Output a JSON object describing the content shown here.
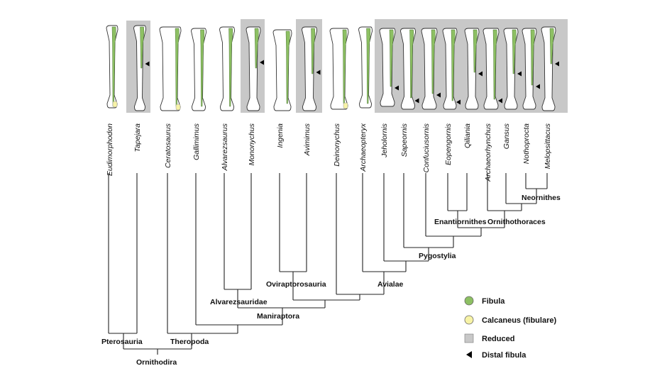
{
  "colors": {
    "fibula": "#8dc063",
    "calcaneus": "#f7f3a6",
    "reduced": "#c8c8c8",
    "bone_outline": "#333333"
  },
  "taxa": [
    {
      "name": "Eudimorphodon",
      "reduced": false,
      "arrow": false
    },
    {
      "name": "Tapejara",
      "reduced": true,
      "arrow": true
    },
    {
      "name": "Ceratosaurus",
      "reduced": false,
      "arrow": false
    },
    {
      "name": "Gallimimus",
      "reduced": false,
      "arrow": false
    },
    {
      "name": "Alvarezsaurus",
      "reduced": false,
      "arrow": false
    },
    {
      "name": "Mononychus",
      "reduced": true,
      "arrow": true
    },
    {
      "name": "Ingenia",
      "reduced": false,
      "arrow": false
    },
    {
      "name": "Avimimus",
      "reduced": true,
      "arrow": true
    },
    {
      "name": "Deinonychus",
      "reduced": false,
      "arrow": false
    },
    {
      "name": "Archaeopteryx",
      "reduced": false,
      "arrow": false
    },
    {
      "name": "Jeholornis",
      "reduced": true,
      "arrow": true
    },
    {
      "name": "Sapeornis",
      "reduced": true,
      "arrow": true
    },
    {
      "name": "Confuciusornis",
      "reduced": true,
      "arrow": true
    },
    {
      "name": "Eopengornis",
      "reduced": true,
      "arrow": true
    },
    {
      "name": "Qiliania",
      "reduced": true,
      "arrow": true
    },
    {
      "name": "Archaeorhynchus",
      "reduced": true,
      "arrow": true
    },
    {
      "name": "Gansus",
      "reduced": true,
      "arrow": true
    },
    {
      "name": "Nothoprocta",
      "reduced": true,
      "arrow": true
    },
    {
      "name": "Melopsittacus",
      "reduced": true,
      "arrow": true
    }
  ],
  "clades": {
    "neornithes": "Neornithes",
    "enantiornithes": "Enantiornithes",
    "ornithothoraces": "Ornithothoraces",
    "pygostylia": "Pygostylia",
    "oviraptorosauria": "Oviraptorosauria",
    "avialae": "Avialae",
    "alvarezsauridae": "Alvarezsauridae",
    "maniraptora": "Maniraptora",
    "pterosauria": "Pterosauria",
    "theropoda": "Theropoda",
    "ornithodira": "Ornithodira"
  },
  "legend": [
    {
      "label": "Fibula",
      "swatch": "circle",
      "color": "#8dc063"
    },
    {
      "label": "Calcaneus (fibulare)",
      "swatch": "circle",
      "color": "#f7f3a6"
    },
    {
      "label": "Reduced",
      "swatch": "square",
      "color": "#c8c8c8"
    },
    {
      "label": "Distal fibula",
      "swatch": "arrow",
      "color": "#000000"
    }
  ]
}
